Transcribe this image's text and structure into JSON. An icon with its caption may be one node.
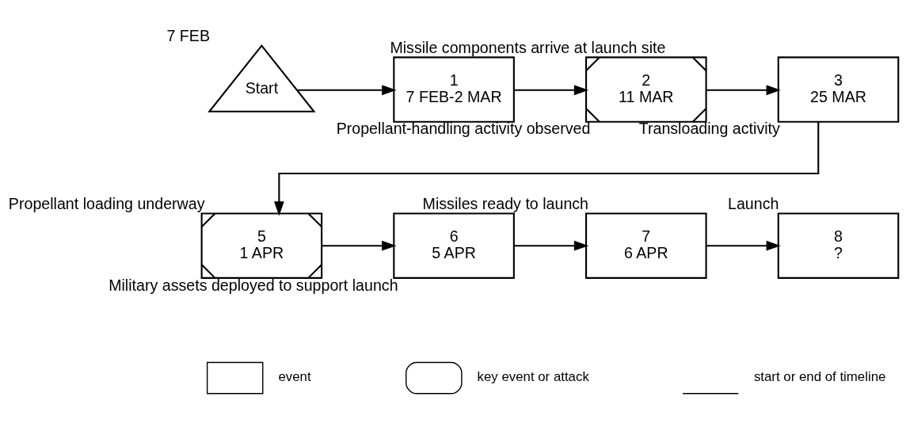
{
  "diagram": {
    "nodes": [
      {
        "text": [
          "Start"
        ],
        "beside": [
          "7 FEB"
        ]
      },
      {
        "text": [
          "1",
          "7 FEB-2 MAR"
        ],
        "beside": [
          "Missile components arrive at launch site"
        ]
      },
      {
        "text": [
          "2",
          "11 MAR"
        ],
        "beside": [
          "Propellant-handling activity observed"
        ]
      },
      {
        "text": [
          "3",
          "25 MAR"
        ],
        "beside": [
          "Transloading activity"
        ]
      },
      {
        "text": [
          "5",
          "1 APR"
        ],
        "beside": [
          "Propellant loading underway"
        ]
      },
      {
        "text": [
          "6",
          "5 APR"
        ],
        "beside": [
          "Military assets deployed to support launch"
        ]
      },
      {
        "text": [
          "7",
          "6 APR"
        ],
        "beside": [
          "Missiles ready to launch"
        ]
      },
      {
        "text": [
          "8",
          "?"
        ],
        "beside": [
          "Launch"
        ]
      }
    ],
    "edges": [
      {
        "from": 0,
        "to": 1,
        "arrow": "to"
      },
      {
        "from": 1,
        "to": 2,
        "arrow": "to"
      },
      {
        "from": 2,
        "to": 3,
        "arrow": "to"
      },
      {
        "from": 3,
        "to": 4,
        "arrow": "to"
      },
      {
        "from": 4,
        "to": 5,
        "arrow": "to"
      },
      {
        "from": 5,
        "to": 6,
        "arrow": "to"
      },
      {
        "from": 6,
        "to": 7,
        "arrow": "to"
      }
    ],
    "legend": [
      {
        "text": "event"
      },
      {
        "text": "key event or attack"
      },
      {
        "text": "start or end of timeline"
      }
    ]
  }
}
